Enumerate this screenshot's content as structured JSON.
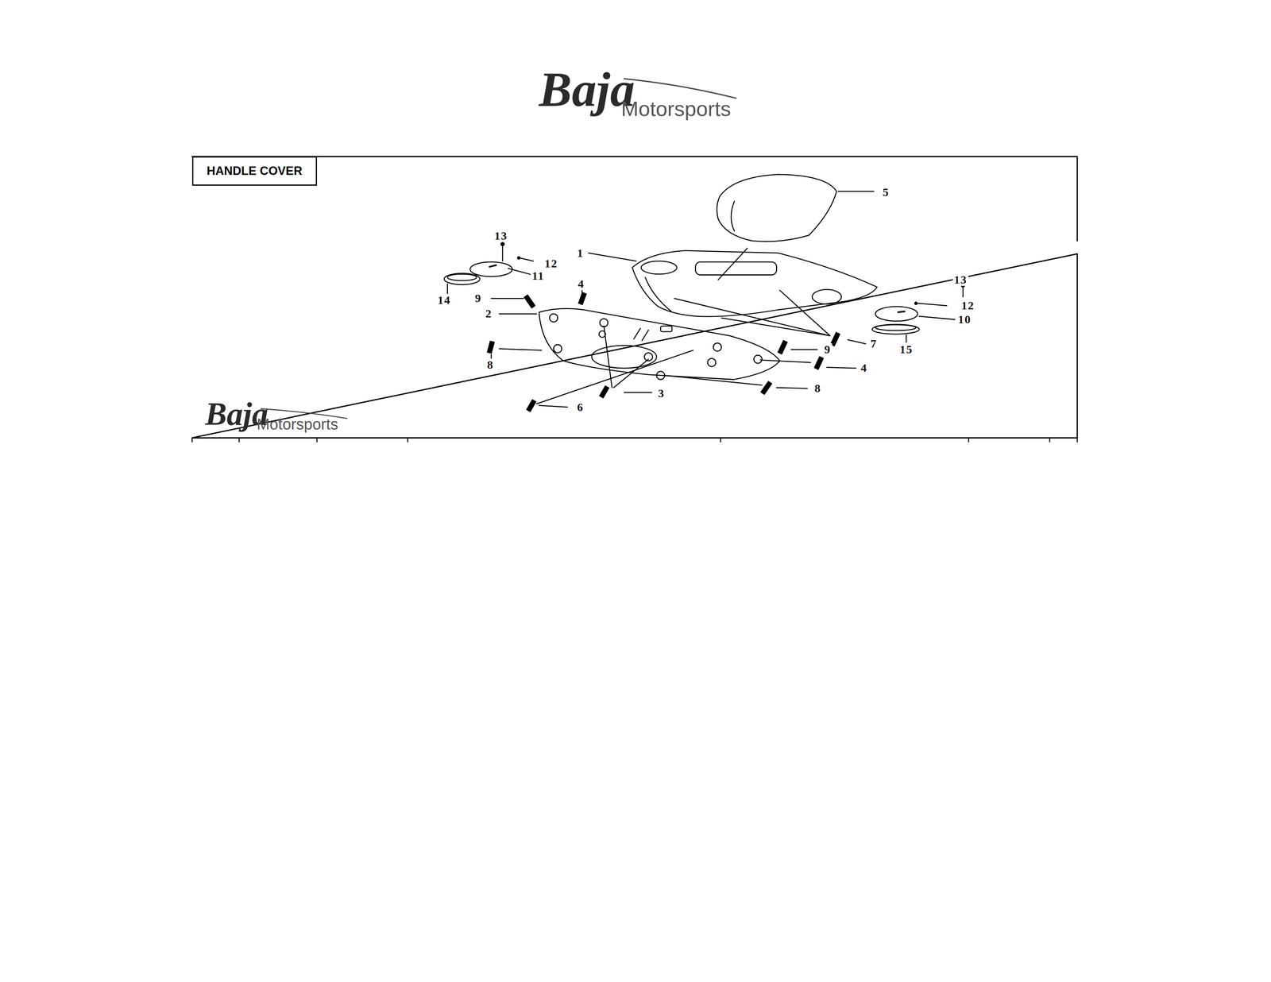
{
  "diagram": {
    "nodes": [
      {
        "text": [
          "HANDLE COVER"
        ]
      }
    ],
    "labels": [
      "Baja",
      "Motorsports",
      "13",
      "12",
      "11",
      "14",
      "9",
      "2",
      "4",
      "1",
      "5",
      "8",
      "6",
      "3",
      "7",
      "9",
      "4",
      "8",
      "13",
      "12",
      "10",
      "15",
      "Baja",
      "Motorsports"
    ]
  }
}
